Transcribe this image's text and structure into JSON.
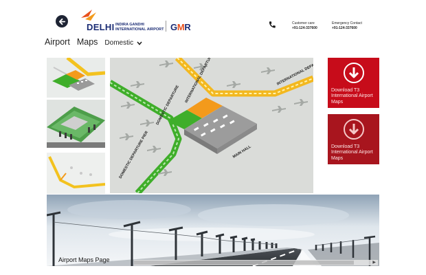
{
  "header": {
    "logo_word": "DELHI",
    "logo_sub_line1": "INDIRA GANDHI",
    "logo_sub_line2": "INTERNATIONAL AIRPORT",
    "partner_logo_g": "G",
    "partner_logo_m": "M",
    "partner_logo_r": "R",
    "customer_care_label": "Customer care",
    "customer_care_number": "+91-124-337600",
    "emergency_label": "Emergency Contact",
    "emergency_number": "+91-124-337600"
  },
  "nav": {
    "title": "Airport",
    "section": "Maps",
    "dropdown_value": "Domestic"
  },
  "map_labels": {
    "domestic_departure": "DOMESTIC DEPARTURE",
    "international_departure": "INTERNATIONAL DEPARTURE",
    "international_departure_pier": "INTERNATIONAL DEPARTURE PIER",
    "domestic_departure_pier": "DOMESTIC DEPARTURE PIER",
    "main_hall": "MAIN HALL"
  },
  "tiles": [
    {
      "label": "Download T3 International Airport Maps"
    },
    {
      "label": "Download T3 International Airport Maps"
    }
  ],
  "caption": "Airport Maps Page",
  "colors": {
    "tile_primary": "#c70c1a",
    "tile_secondary": "#a8151e",
    "brand_blue": "#1b2c74",
    "brand_orange": "#e8511d",
    "domestic_green": "#3fae2a",
    "international_yellow": "#f3c21f",
    "international_orange": "#f39a1c"
  },
  "icons": {
    "back": "arrow-left-icon",
    "phone": "phone-icon",
    "dropdown": "chevron-down-icon",
    "download": "download-icon",
    "scroll_right": "arrow-right-icon"
  }
}
